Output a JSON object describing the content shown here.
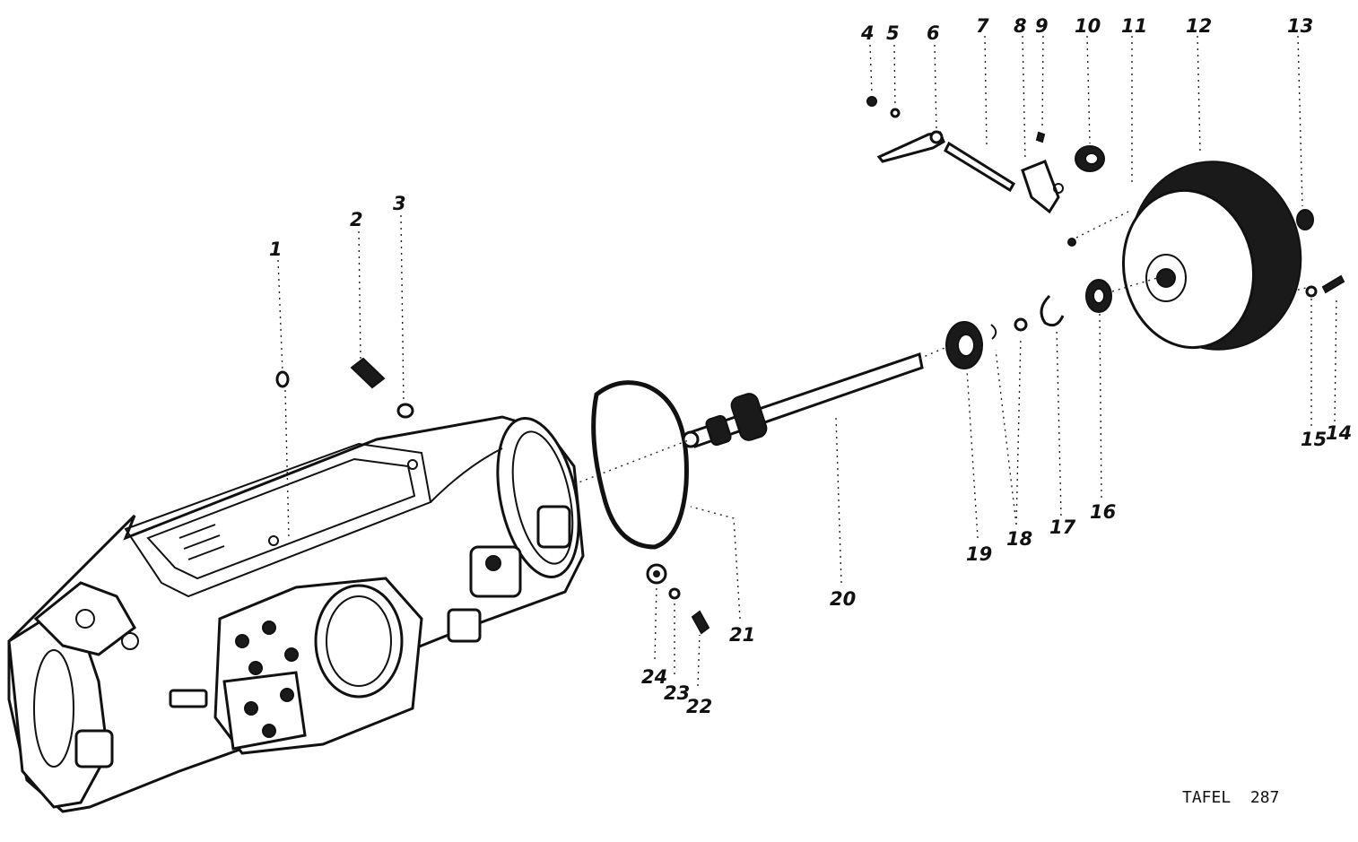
{
  "callouts": {
    "c1": "1",
    "c2": "2",
    "c3": "3",
    "c4": "4",
    "c5": "5",
    "c6": "6",
    "c7": "7",
    "c8": "8",
    "c9": "9",
    "c10": "10",
    "c11": "11",
    "c12": "12",
    "c13": "13",
    "c14": "14",
    "c15": "15",
    "c16": "16",
    "c17": "17",
    "c18": "18",
    "c19": "19",
    "c20": "20",
    "c21": "21",
    "c22": "22",
    "c23": "23",
    "c24": "24"
  },
  "plate_label": "TAFEL  287"
}
